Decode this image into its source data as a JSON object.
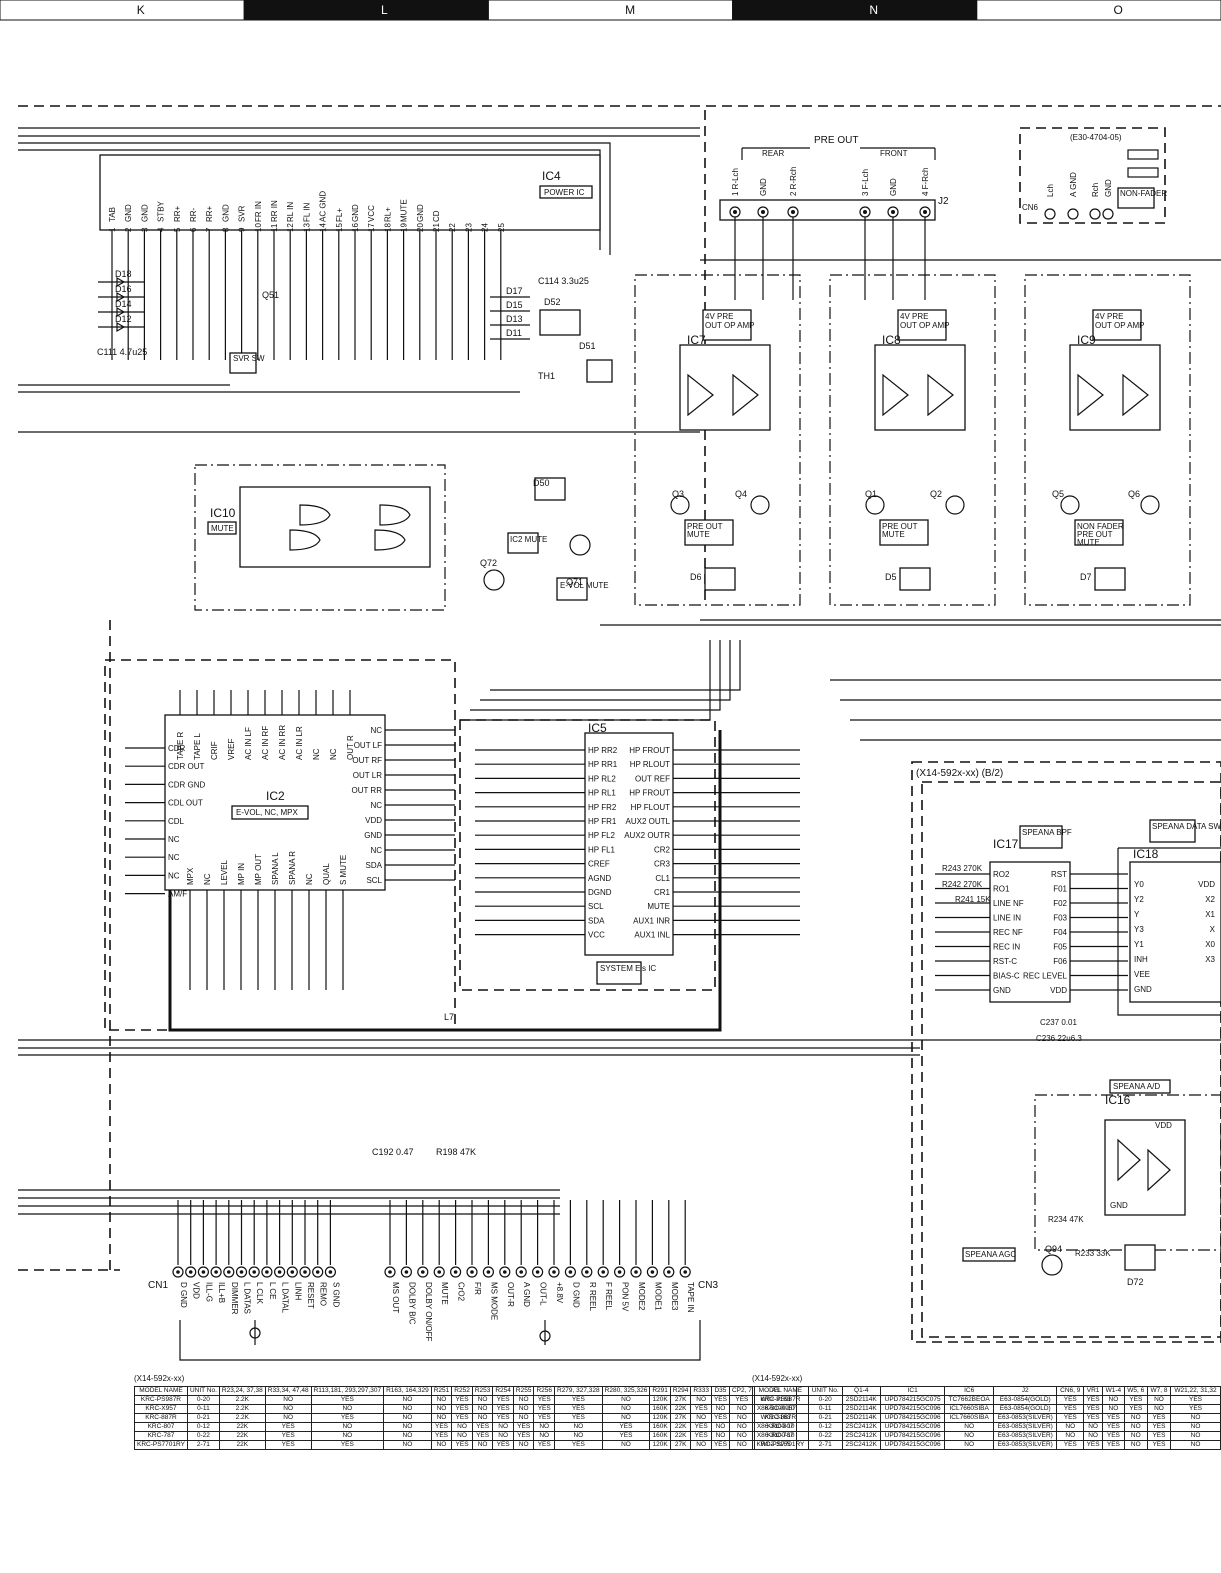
{
  "grid_columns": [
    "K",
    "L",
    "M",
    "N",
    "O"
  ],
  "blocks": {
    "ic4": {
      "ref": "IC4",
      "name": "POWER IC",
      "pins": [
        "TAB",
        "GND",
        "GND",
        "STBY",
        "RR+",
        "RR-",
        "RR+",
        "GND",
        "SVR",
        "FR IN",
        "RR IN",
        "RL IN",
        "FL IN",
        "AC GND",
        "FL+",
        "GND",
        "VCC",
        "RL+",
        "MUTE",
        "GND",
        "CD"
      ],
      "pin_numbers": [
        "1",
        "2",
        "3",
        "4",
        "5",
        "6",
        "7",
        "8",
        "9",
        "10",
        "11",
        "12",
        "13",
        "14",
        "15",
        "16",
        "17",
        "18",
        "19",
        "20",
        "21",
        "22",
        "23",
        "24",
        "25"
      ]
    },
    "svr_sw": {
      "name": "SVR SW"
    },
    "ic10": {
      "ref": "IC10",
      "name": "MUTE"
    },
    "ic2_mute": {
      "name": "IC2 MUTE"
    },
    "evol_mute": {
      "name": "E-VOL MUTE"
    },
    "ic2": {
      "ref": "IC2",
      "name": "E-VOL, NC, MPX",
      "left_pins": [
        "CDR",
        "CDR OUT",
        "CDR GND",
        "CDL OUT",
        "CDL",
        "NC",
        "NC",
        "NC",
        "AM/F"
      ],
      "top_pins": [
        "TAPE R",
        "TAPE L",
        "CRIF",
        "VREF",
        "AC IN LF",
        "AC IN RF",
        "AC IN RR",
        "AC IN LR",
        "NC",
        "NC",
        "OUT R"
      ],
      "right_pins": [
        "NC",
        "OUT LF",
        "OUT RF",
        "OUT LR",
        "OUT RR",
        "NC",
        "VDD",
        "GND",
        "NC",
        "SDA",
        "SCL"
      ],
      "bottom_pins": [
        "MPX",
        "NC",
        "LEVEL",
        "MP IN",
        "MP OUT",
        "SPANA L",
        "SPANA R",
        "NC",
        "QUAL",
        "S MUTE"
      ]
    },
    "ic5": {
      "ref": "IC5",
      "name": "SYSTEM E's IC",
      "left_pins": [
        "HP RR2",
        "HP RR1",
        "HP RL2",
        "HP RL1",
        "HP FR2",
        "HP FR1",
        "HP FL2",
        "HP FL1",
        "CREF",
        "AGND",
        "DGND",
        "SCL",
        "SDA",
        "VCC"
      ],
      "right_pins": [
        "HP FROUT",
        "HP RLOUT",
        "OUT REF",
        "HP FROUT",
        "HP FLOUT",
        "AUX2 OUTL",
        "AUX2 OUTR",
        "CR2",
        "CR3",
        "CL1",
        "CR1",
        "MUTE",
        "AUX1 INR",
        "AUX1 INL"
      ]
    },
    "amps": [
      {
        "ref": "IC7",
        "name": "4V PRE OUT OP AMP",
        "mute": "PRE OUT MUTE",
        "diode": "D6"
      },
      {
        "ref": "IC8",
        "name": "4V PRE OUT OP AMP",
        "mute": "PRE OUT MUTE",
        "diode": "D5"
      },
      {
        "ref": "IC9",
        "name": "4V PRE OUT OP AMP",
        "mute": "NON FADER PRE OUT MUTE",
        "diode": "D7"
      }
    ],
    "pre_out": {
      "title": "PRE OUT",
      "rear": "REAR",
      "front": "FRONT",
      "jack_labels": [
        "1 R-Lch",
        "GND",
        "2 R-Rch",
        "3 F-Lch",
        "GND",
        "4 F-Rch"
      ],
      "ref": "J2"
    },
    "cn6": {
      "ref": "CN6",
      "note": "(E30-4704-05)",
      "name": "NON-FADER",
      "pins": [
        "Lch",
        "A GND",
        "Rch",
        "GND"
      ]
    },
    "sub_board": {
      "label": "(X14-592x-xx) (B/2)"
    },
    "ic17": {
      "ref": "IC17",
      "name": "SPEANA BPF",
      "left_pins": [
        "RO2",
        "RO1",
        "LINE NF",
        "LINE IN",
        "REC NF",
        "REC IN",
        "RST-C",
        "BIAS-C",
        "GND"
      ],
      "right_pins": [
        "RST",
        "F01",
        "F02",
        "F03",
        "F04",
        "F05",
        "F06",
        "REC LEVEL",
        "VDD"
      ]
    },
    "ic18": {
      "ref": "IC18",
      "name": "SPEANA DATA SW",
      "pins": [
        "Y0",
        "Y2",
        "Y",
        "Y3",
        "Y1",
        "INH",
        "VEE",
        "GND",
        "VDD",
        "X2",
        "X1",
        "X",
        "X0",
        "X3"
      ]
    },
    "ic16": {
      "ref": "IC16",
      "name": "SPEANA A/D",
      "pins": [
        "VDD",
        "GND"
      ]
    },
    "speana_agc": {
      "name": "SPEANA AGC"
    },
    "cn1": {
      "ref": "CN1",
      "pins": [
        "D GND",
        "VDD",
        "ILL-G",
        "ILL+B",
        "DIMMER",
        "L DATAS",
        "L CLK",
        "L CE",
        "L DATAL",
        "LINH",
        "RESET",
        "REMO",
        "S GND"
      ]
    },
    "cn3": {
      "ref": "CN3",
      "pins": [
        "MS OUT",
        "DOLBY B/C",
        "DOLBY ON/OFF",
        "MUTE",
        "CrO2",
        "F/R",
        "MS MODE",
        "OUT-R",
        "A GND",
        "OUT-L",
        "+8.8V",
        "D GND",
        "R REEL",
        "F REEL",
        "PON 5V",
        "MODE2",
        "MODE1",
        "MODE3",
        "TAPE IN"
      ]
    },
    "parts": [
      "Q51",
      "Q71",
      "Q72",
      "Q1",
      "Q2",
      "Q3",
      "Q4",
      "Q5",
      "Q6",
      "Q94",
      "D50",
      "D51",
      "D52",
      "D72",
      "D11",
      "D12",
      "D13",
      "D14",
      "D15",
      "D16",
      "D17",
      "D18",
      "TH1",
      "L7"
    ],
    "labels": [
      "C111 4.7u25",
      "C114 3.3u25",
      "C192 0.47",
      "R198 47K",
      "R243 270K",
      "R242 270K",
      "R241 15K",
      "C237 0.01",
      "C236 22u6.3",
      "R233 33K",
      "R234 47K"
    ]
  },
  "table_left": {
    "caption": "(X14-592x-xx)",
    "headers": [
      "MODEL NAME",
      "UNIT No.",
      "R23,24, 37,38",
      "R33,34, 47,48",
      "R113,181, 293,297,307",
      "R163, 164,329",
      "R251",
      "R252",
      "R253",
      "R254",
      "R255",
      "R256",
      "R279, 327,328",
      "R280, 325,326",
      "R291",
      "R294",
      "R333",
      "D35",
      "CP2, 7",
      "A1"
    ],
    "rows": [
      [
        "KRC-PS987R",
        "0-20",
        "2.2K",
        "NO",
        "YES",
        "NO",
        "NO",
        "YES",
        "NO",
        "YES",
        "NO",
        "YES",
        "YES",
        "NO",
        "120K",
        "27K",
        "NO",
        "YES",
        "YES",
        "W02-3163"
      ],
      [
        "KRC-X957",
        "0-11",
        "2.2K",
        "NO",
        "NO",
        "NO",
        "NO",
        "YES",
        "NO",
        "YES",
        "NO",
        "YES",
        "YES",
        "NO",
        "160K",
        "22K",
        "YES",
        "NO",
        "NO",
        "X86-3100-10"
      ],
      [
        "KRC-887R",
        "0-21",
        "2.2K",
        "NO",
        "YES",
        "NO",
        "NO",
        "YES",
        "NO",
        "YES",
        "NO",
        "YES",
        "YES",
        "NO",
        "120K",
        "27K",
        "NO",
        "YES",
        "NO",
        "W02-3163"
      ],
      [
        "KRC-807",
        "0-12",
        "22K",
        "YES",
        "NO",
        "NO",
        "YES",
        "NO",
        "YES",
        "NO",
        "YES",
        "NO",
        "NO",
        "YES",
        "160K",
        "22K",
        "YES",
        "NO",
        "NO",
        "X86-3100-10"
      ],
      [
        "KRC-787",
        "0-22",
        "22K",
        "YES",
        "NO",
        "NO",
        "YES",
        "NO",
        "YES",
        "NO",
        "YES",
        "NO",
        "NO",
        "YES",
        "160K",
        "22K",
        "YES",
        "NO",
        "NO",
        "X86-3100-10"
      ],
      [
        "KRC-PS7701RY",
        "2-71",
        "22K",
        "YES",
        "YES",
        "NO",
        "NO",
        "YES",
        "NO",
        "YES",
        "NO",
        "YES",
        "YES",
        "NO",
        "120K",
        "27K",
        "NO",
        "YES",
        "NO",
        "W02-3165"
      ]
    ]
  },
  "table_right": {
    "caption": "(X14-592x-xx)",
    "headers": [
      "MODEL NAME",
      "UNIT No.",
      "Q1-4",
      "IC1",
      "IC6",
      "J2",
      "CN6, 9",
      "VR1",
      "W1-4",
      "W5, 6",
      "W7, 8",
      "W21,22, 31,32"
    ],
    "rows": [
      [
        "KRC-PS987R",
        "0-20",
        "2SD2114K",
        "UPD784215GC075",
        "TC7662BEOA",
        "E63-0854(GOLD)",
        "YES",
        "YES",
        "NO",
        "YES",
        "NO",
        "YES"
      ],
      [
        "KRC-X957",
        "0-11",
        "2SD2114K",
        "UPD784215GC096",
        "ICL7660SIBA",
        "E63-0854(GOLD)",
        "YES",
        "YES",
        "NO",
        "YES",
        "NO",
        "YES"
      ],
      [
        "KRC-887R",
        "0-21",
        "2SD2114K",
        "UPD784215GC096",
        "ICL7660SIBA",
        "E63-0853(SILVER)",
        "YES",
        "YES",
        "YES",
        "NO",
        "YES",
        "NO"
      ],
      [
        "KRC-807",
        "0-12",
        "2SC2412K",
        "UPD784215GC096",
        "NO",
        "E63-0853(SILVER)",
        "NO",
        "NO",
        "YES",
        "NO",
        "YES",
        "NO"
      ],
      [
        "KRC-787",
        "0-22",
        "2SC2412K",
        "UPD784215GC096",
        "NO",
        "E63-0853(SILVER)",
        "NO",
        "NO",
        "YES",
        "NO",
        "YES",
        "NO"
      ],
      [
        "KRC-PS7701RY",
        "2-71",
        "2SC2412K",
        "UPD784215GC096",
        "NO",
        "E63-0853(SILVER)",
        "YES",
        "YES",
        "YES",
        "NO",
        "YES",
        "NO"
      ]
    ]
  }
}
